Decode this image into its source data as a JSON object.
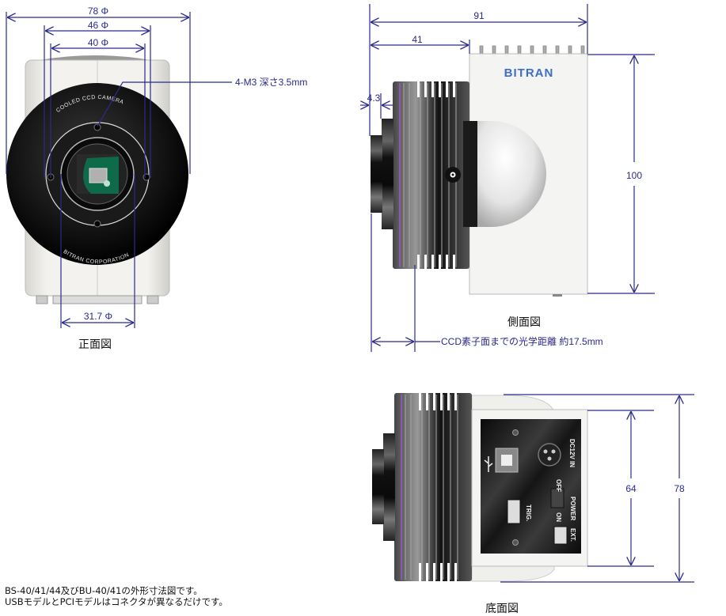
{
  "front_view": {
    "caption": "正面図",
    "dims": {
      "outer": "78 Φ",
      "mid": "46 Φ",
      "inner": "40 Φ",
      "mount": "31.7 Φ"
    },
    "callout": "4-M3 深さ3.5mm",
    "ring_text_top": "COOLED CCD CAMERA",
    "ring_text_bottom": "BITRAN CORPORATION"
  },
  "side_view": {
    "caption": "側面図",
    "brand": "BITRAN",
    "dims": {
      "total_length": "91",
      "front_length": "41",
      "flange": "4.3",
      "height": "100"
    },
    "optical_note": "CCD素子面までの光学距離 約17.5mm"
  },
  "bottom_view": {
    "caption": "底面図",
    "dims": {
      "panel": "64",
      "total": "78"
    },
    "panel_labels": {
      "dc_in": "DC12V IN",
      "power": "POWER",
      "off": "OFF",
      "on": "ON",
      "trig": "TRIG.",
      "ext": "EXT.",
      "usb_icon": "usb-icon"
    }
  },
  "footnote": {
    "line1": "BS-40/41/44及びBU-40/41の外形寸法図です。",
    "line2": "USBモデルとPCIモデルはコネクタが異なるだけです。"
  },
  "colors": {
    "dimension_line": "#2a2a8c",
    "brand": "#3d6fc4",
    "body": "#ecebe6",
    "lens": "#111111",
    "sensor": "#0e6b4a"
  }
}
